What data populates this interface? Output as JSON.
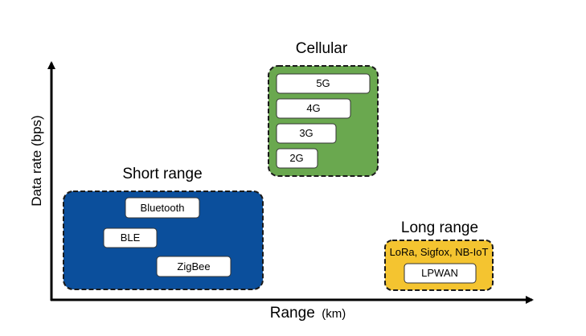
{
  "axes": {
    "y_label": "Data rate (bps)",
    "x_label": "Range",
    "x_unit": "(km)"
  },
  "groups": {
    "cellular": {
      "title": "Cellular",
      "color": "#6aa84f",
      "items": [
        "5G",
        "4G",
        "3G",
        "2G"
      ]
    },
    "short_range": {
      "title": "Short range",
      "color": "#0b4f9c",
      "items": [
        "Bluetooth",
        "BLE",
        "ZigBee"
      ]
    },
    "long_range": {
      "title": "Long range",
      "color": "#f4c430",
      "subtitle": "LoRa, Sigfox, NB-IoT",
      "items": [
        "LPWAN"
      ]
    }
  }
}
